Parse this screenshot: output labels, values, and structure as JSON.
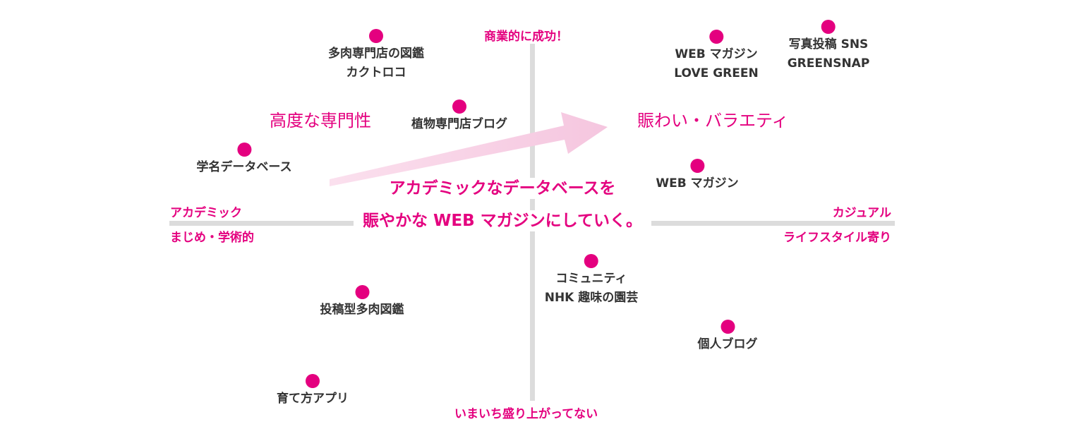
{
  "colors": {
    "accent": "#e4007f",
    "axis": "#dcdcdc",
    "arrow": "#f5c6df",
    "text": "#333333"
  },
  "axes": {
    "top": "商業的に成功！",
    "bottom": "いまいち盛り上がってない",
    "left": [
      "アカデミック",
      "まじめ・学術的"
    ],
    "right": [
      "カジュアル",
      "ライフスタイル寄り"
    ]
  },
  "regions": {
    "top_left": "高度な専門性",
    "top_right": "賑わい・バラエティ"
  },
  "headline": [
    "アカデミックなデータベースを",
    "賑やかな WEB マガジンにしていく。"
  ],
  "points": [
    {
      "lines": [
        "多肉専門店の図鑑",
        "カクトロコ"
      ]
    },
    {
      "lines": [
        "植物専門店ブログ"
      ]
    },
    {
      "lines": [
        "学名データベース"
      ]
    },
    {
      "lines": [
        "WEB マガジン",
        "LOVE GREEN"
      ]
    },
    {
      "lines": [
        "写真投稿 SNS",
        "GREENSNAP"
      ]
    },
    {
      "lines": [
        "WEB マガジン"
      ]
    },
    {
      "lines": [
        "コミュニティ",
        "NHK 趣味の園芸"
      ]
    },
    {
      "lines": [
        "投稿型多肉図鑑"
      ]
    },
    {
      "lines": [
        "個人ブログ"
      ]
    },
    {
      "lines": [
        "育て方アプリ"
      ]
    }
  ]
}
